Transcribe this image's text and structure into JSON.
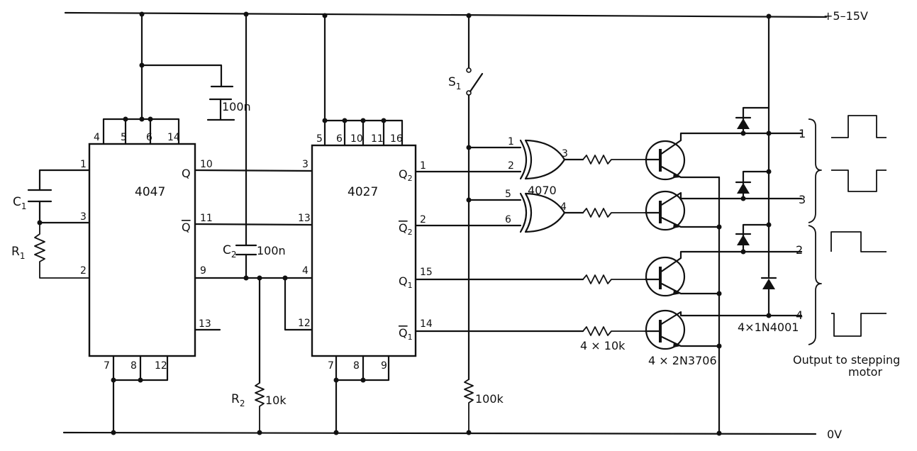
{
  "rails": {
    "supply": "+5–15V",
    "ground": "0V"
  },
  "ic4047": {
    "name": "4047",
    "pins": {
      "p4": "4",
      "p5": "5",
      "p6": "6",
      "p14": "14",
      "p1": "1",
      "p3": "3",
      "p2": "2",
      "p10": "10",
      "p11": "11",
      "p9": "9",
      "p13": "13",
      "p7": "7",
      "p8": "8",
      "p12": "12"
    },
    "outs": {
      "q": "Q",
      "qbar": "Q"
    }
  },
  "ic4027": {
    "name": "4027",
    "pins": {
      "p5": "5",
      "p6": "6",
      "p10": "10",
      "p11": "11",
      "p16": "16",
      "p3": "3",
      "p13": "13",
      "p4": "4",
      "p12": "12",
      "p1": "1",
      "p2": "2",
      "p15": "15",
      "p14": "14",
      "p7": "7",
      "p8": "8",
      "p9": "9"
    },
    "outs": {
      "q2": "Q",
      "q2sub": "2",
      "q2bar": "Q",
      "q2barsub": "2",
      "q1": "Q",
      "q1sub": "1",
      "q1bar": "Q",
      "q1barsub": "1"
    }
  },
  "xor": {
    "name": "4070",
    "gate1": {
      "in1": "1",
      "in2": "2",
      "out": "3"
    },
    "gate2": {
      "in1": "5",
      "in2": "6",
      "out": "4"
    }
  },
  "components": {
    "c1": {
      "main": "C",
      "sub": "1"
    },
    "r1": {
      "main": "R",
      "sub": "1"
    },
    "c_decouple": "100n",
    "c2": {
      "main": "C",
      "sub": "2",
      "value": "100n"
    },
    "r2": {
      "main": "R",
      "sub": "2",
      "value": "10k"
    },
    "r_pull": "100k",
    "s1": {
      "main": "S",
      "sub": "1"
    },
    "resistors_note": "4 × 10k",
    "transistors_note": "4 × 2N3706",
    "diodes_note": "4×1N4001"
  },
  "outputs": {
    "labels": [
      "1",
      "3",
      "2",
      "4"
    ],
    "caption_line1": "Output to stepping",
    "caption_line2": "motor"
  }
}
